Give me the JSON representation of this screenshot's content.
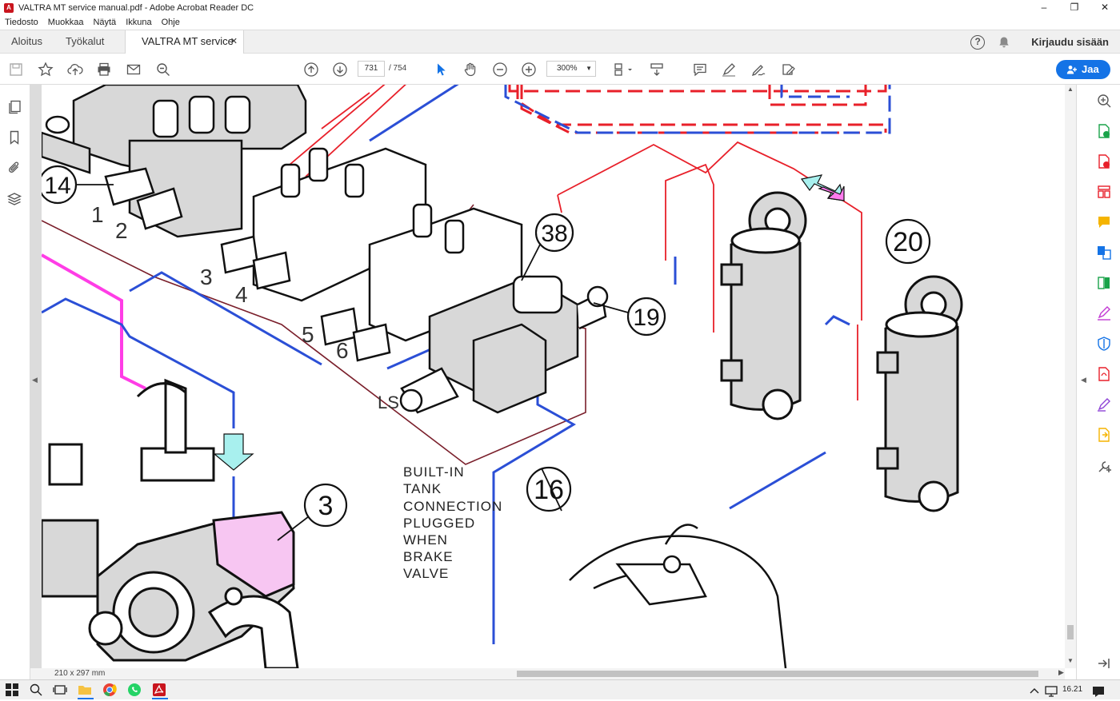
{
  "window": {
    "title": "VALTRA MT service manual.pdf - Adobe Acrobat Reader DC",
    "minimize": "–",
    "maximize": "❐",
    "close": "✕"
  },
  "menu": [
    "Tiedosto",
    "Muokkaa",
    "Näytä",
    "Ikkuna",
    "Ohje"
  ],
  "tabs": {
    "home": "Aloitus",
    "tools": "Työkalut",
    "doc": "VALTRA MT service ...",
    "doc_close": "✕"
  },
  "account": {
    "sign_in": "Kirjaudu sisään",
    "help": "?"
  },
  "toolbar": {
    "page_current": "731",
    "page_total": "/ 754",
    "zoom": "300%",
    "share": "Jaa"
  },
  "status": {
    "page_size": "210 x 297 mm"
  },
  "drawing": {
    "callouts": [
      "14",
      "38",
      "19",
      "20",
      "16",
      "3"
    ],
    "part_numbers": [
      "1",
      "2",
      "3",
      "4",
      "5",
      "6"
    ],
    "ls_label": "LS",
    "note": [
      "BUILT-IN",
      "TANK",
      "CONNECTION",
      "PLUGGED",
      "WHEN",
      "BRAKE",
      "VALVE"
    ]
  },
  "taskbar": {
    "time": "16.21"
  },
  "colors": {
    "accent": "#1473e6",
    "line_red": "#e8202a",
    "line_blue": "#2b4fd6",
    "line_magenta": "#ff3de6",
    "line_maroon": "#7a1f2b",
    "pump_pink": "#f7c6f2",
    "arrow_cyan": "#a8f0ee",
    "acrobat_red": "#c9151e"
  }
}
